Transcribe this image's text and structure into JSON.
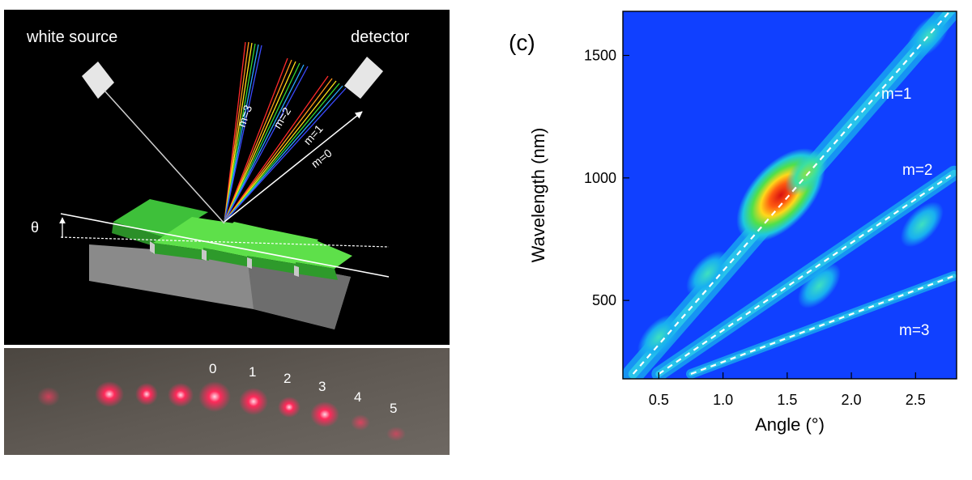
{
  "schematic": {
    "source_label": "white source",
    "detector_label": "detector",
    "theta_label": "θ",
    "orders": [
      "m=3",
      "m=2",
      "m=1",
      "m=0"
    ]
  },
  "photo": {
    "order_labels": [
      "0",
      "1",
      "2",
      "3",
      "4",
      "5"
    ]
  },
  "map": {
    "panel_label": "(c)",
    "xlabel": "Angle (°)",
    "ylabel": "Wavelength (nm)",
    "xticks": [
      "0.5",
      "1.0",
      "1.5",
      "2.0",
      "2.5"
    ],
    "yticks": [
      "500",
      "1000",
      "1500"
    ],
    "order_labels": [
      "m=1",
      "m=2",
      "m=3"
    ]
  },
  "colors": {
    "background_dark": "#000000",
    "grating_green": "#5ee04a",
    "map_low": "#1040ff",
    "map_high": "#d81010",
    "fit_line": "#ffffff"
  },
  "chart_data": {
    "type": "heatmap",
    "title": "",
    "xlabel": "Angle (°)",
    "ylabel": "Wavelength (nm)",
    "xlim": [
      0.22,
      2.82
    ],
    "ylim": [
      180,
      1680
    ],
    "xticks": [
      0.5,
      1.0,
      1.5,
      2.0,
      2.5
    ],
    "yticks": [
      500,
      1000,
      1500
    ],
    "colormap": "jet",
    "series": [
      {
        "name": "m=1",
        "x": [
          0.3,
          2.8
        ],
        "y": [
          200,
          1700
        ]
      },
      {
        "name": "m=2",
        "x": [
          0.5,
          2.8
        ],
        "y": [
          200,
          1020
        ]
      },
      {
        "name": "m=3",
        "x": [
          0.75,
          2.8
        ],
        "y": [
          200,
          600
        ]
      }
    ],
    "hotspots": [
      {
        "angle": 1.45,
        "wavelength": 930,
        "intensity": 1.0
      },
      {
        "angle": 1.65,
        "wavelength": 1020,
        "intensity": 0.5
      },
      {
        "angle": 0.88,
        "wavelength": 610,
        "intensity": 0.35
      },
      {
        "angle": 0.5,
        "wavelength": 350,
        "intensity": 0.3
      },
      {
        "angle": 1.75,
        "wavelength": 560,
        "intensity": 0.3
      },
      {
        "angle": 2.55,
        "wavelength": 810,
        "intensity": 0.3
      },
      {
        "angle": 2.6,
        "wavelength": 1580,
        "intensity": 0.35
      }
    ]
  }
}
